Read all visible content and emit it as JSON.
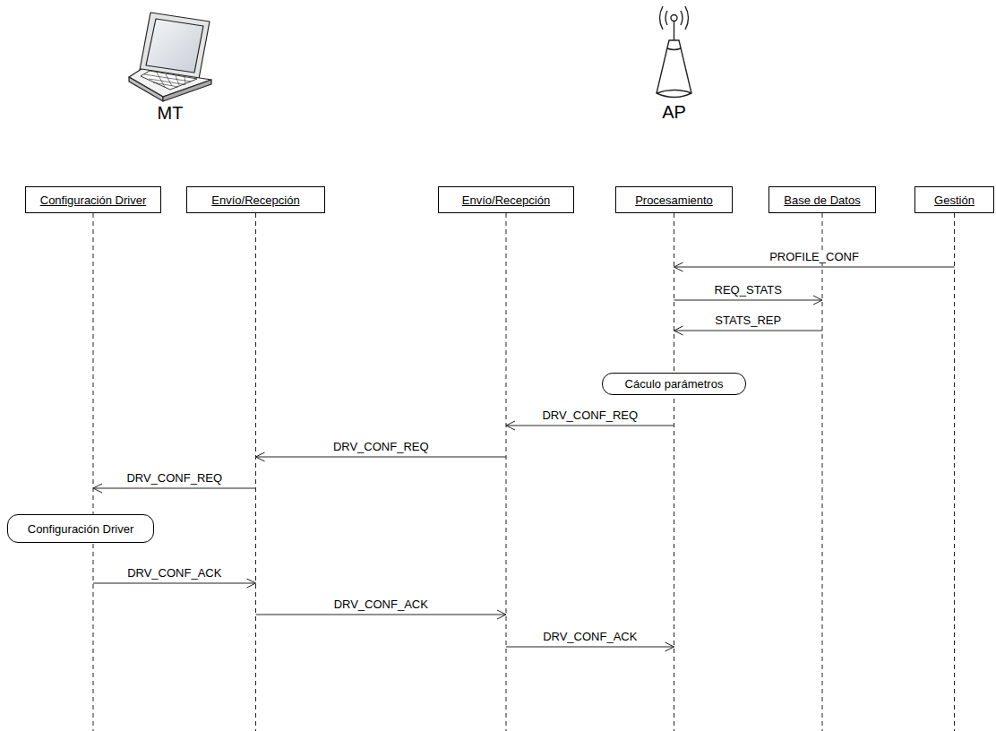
{
  "diagram": {
    "nodes": [
      {
        "text": [
          "Configuración Driver"
        ]
      },
      {
        "text": [
          "Envío/Recepción"
        ]
      },
      {
        "text": [
          "Envío/Recepción"
        ]
      },
      {
        "text": [
          "Procesamiento"
        ]
      },
      {
        "text": [
          "Base de Datos"
        ]
      },
      {
        "text": [
          "Gestión"
        ]
      },
      {
        "text": [
          "Cáculo parámetros"
        ]
      },
      {
        "text": [
          "Configuración Driver"
        ]
      }
    ],
    "edges": [
      {
        "from": 5,
        "to": 3,
        "label": "PROFILE_CONF",
        "arrow": "to"
      },
      {
        "from": 3,
        "to": 4,
        "label": "REQ_STATS",
        "arrow": "to"
      },
      {
        "from": 4,
        "to": 3,
        "label": "STATS_REP",
        "arrow": "to"
      },
      {
        "from": 3,
        "to": 2,
        "label": "DRV_CONF_REQ",
        "arrow": "to"
      },
      {
        "from": 2,
        "to": 1,
        "label": "DRV_CONF_REQ",
        "arrow": "to"
      },
      {
        "from": 1,
        "to": 0,
        "label": "DRV_CONF_REQ",
        "arrow": "to"
      },
      {
        "from": 0,
        "to": 1,
        "label": "DRV_CONF_ACK",
        "arrow": "to"
      },
      {
        "from": 1,
        "to": 2,
        "label": "DRV_CONF_ACK",
        "arrow": "to"
      },
      {
        "from": 2,
        "to": 3,
        "label": "DRV_CONF_ACK",
        "arrow": "to"
      }
    ],
    "labels": [
      "MT",
      "AP"
    ]
  }
}
